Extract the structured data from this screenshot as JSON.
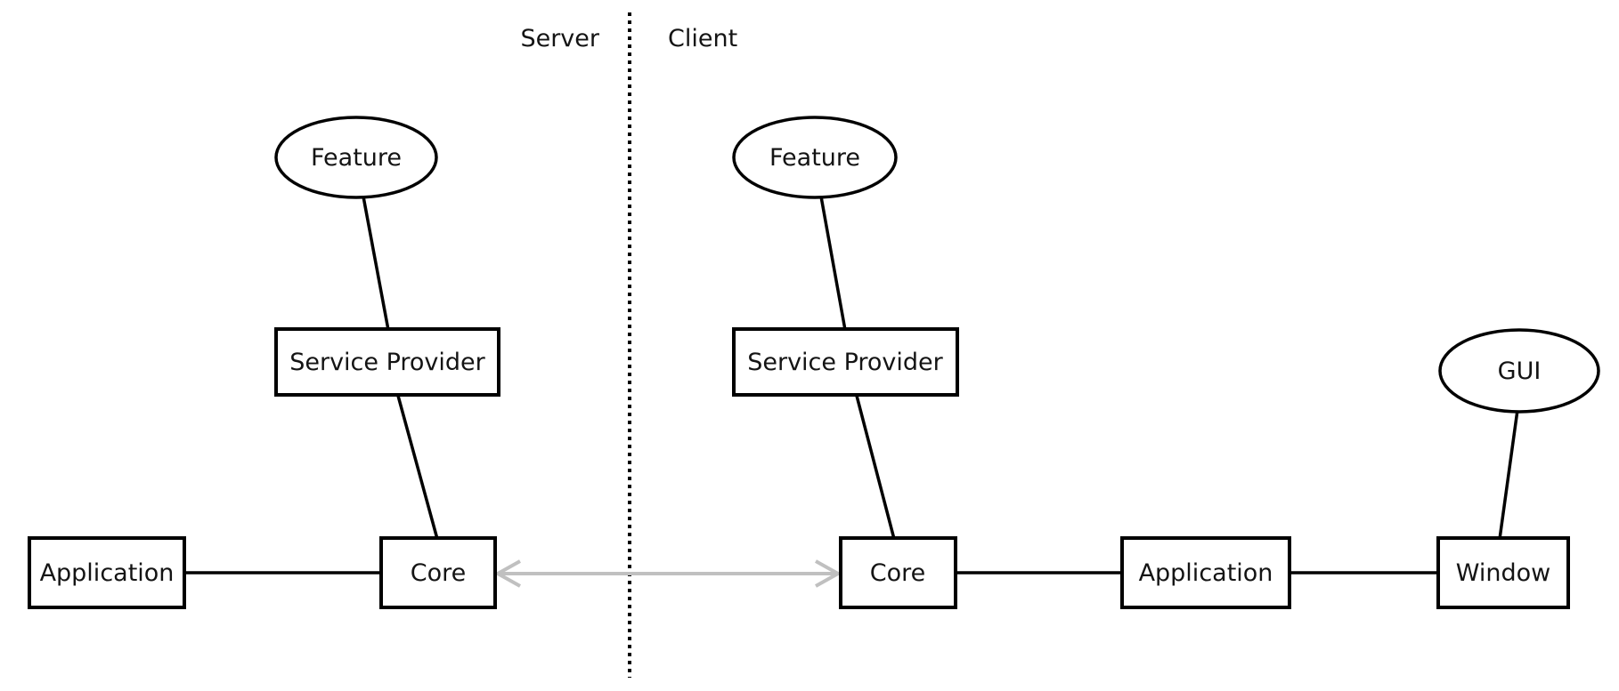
{
  "partitions": {
    "left_label": "Server",
    "right_label": "Client"
  },
  "nodes": {
    "server_feature": {
      "label": "Feature",
      "shape": "ellipse"
    },
    "server_service_provider": {
      "label": "Service Provider",
      "shape": "rectangle"
    },
    "server_core": {
      "label": "Core",
      "shape": "rectangle"
    },
    "server_application": {
      "label": "Application",
      "shape": "rectangle"
    },
    "client_feature": {
      "label": "Feature",
      "shape": "ellipse"
    },
    "client_service_provider": {
      "label": "Service Provider",
      "shape": "rectangle"
    },
    "client_core": {
      "label": "Core",
      "shape": "rectangle"
    },
    "client_application": {
      "label": "Application",
      "shape": "rectangle"
    },
    "client_window": {
      "label": "Window",
      "shape": "rectangle"
    },
    "client_gui": {
      "label": "GUI",
      "shape": "ellipse"
    }
  },
  "edges": [
    {
      "from": "server_feature",
      "to": "server_service_provider",
      "style": "solid-black"
    },
    {
      "from": "server_service_provider",
      "to": "server_core",
      "style": "solid-black"
    },
    {
      "from": "server_application",
      "to": "server_core",
      "style": "solid-black"
    },
    {
      "from": "server_core",
      "to": "client_core",
      "style": "double-headed-gray-arrow"
    },
    {
      "from": "client_feature",
      "to": "client_service_provider",
      "style": "solid-black"
    },
    {
      "from": "client_service_provider",
      "to": "client_core",
      "style": "solid-black"
    },
    {
      "from": "client_core",
      "to": "client_application",
      "style": "solid-black"
    },
    {
      "from": "client_application",
      "to": "client_window",
      "style": "solid-black"
    },
    {
      "from": "client_gui",
      "to": "client_window",
      "style": "solid-black"
    }
  ],
  "divider": {
    "style": "dotted-vertical-line"
  },
  "colors": {
    "stroke": "#000000",
    "node_fill": "#ffffff",
    "arrow": "#c0c0c0",
    "text": "#141414",
    "background": "#ffffff"
  }
}
